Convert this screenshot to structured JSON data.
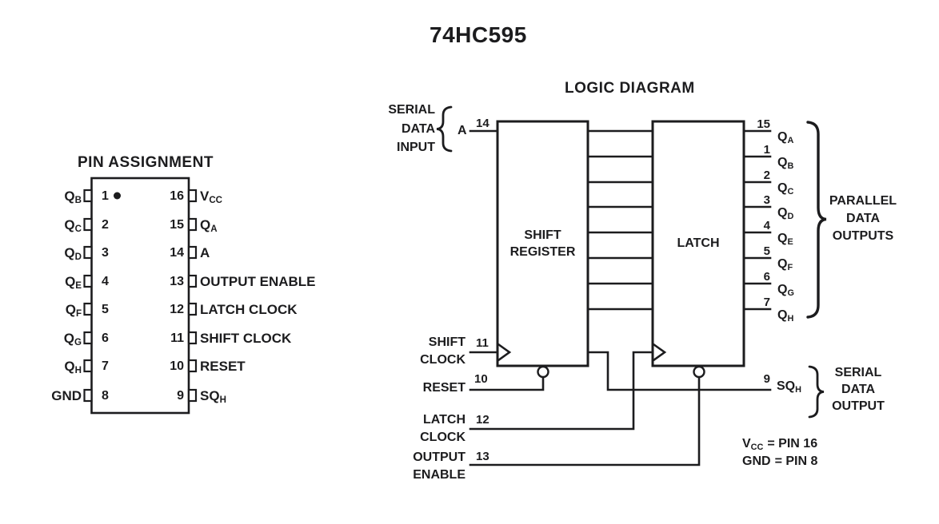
{
  "title": "74HC595",
  "colors": {
    "ink": "#1c1c1e",
    "background": "#ffffff"
  },
  "pin_assignment": {
    "heading": "PIN ASSIGNMENT",
    "left_pins": [
      {
        "num": "1",
        "base": "Q",
        "sub": "B"
      },
      {
        "num": "2",
        "base": "Q",
        "sub": "C"
      },
      {
        "num": "3",
        "base": "Q",
        "sub": "D"
      },
      {
        "num": "4",
        "base": "Q",
        "sub": "E"
      },
      {
        "num": "5",
        "base": "Q",
        "sub": "F"
      },
      {
        "num": "6",
        "base": "Q",
        "sub": "G"
      },
      {
        "num": "7",
        "base": "Q",
        "sub": "H"
      },
      {
        "num": "8",
        "base": "GND",
        "sub": ""
      }
    ],
    "right_pins": [
      {
        "num": "16",
        "base": "V",
        "sub": "CC"
      },
      {
        "num": "15",
        "base": "Q",
        "sub": "A"
      },
      {
        "num": "14",
        "base": "A",
        "sub": ""
      },
      {
        "num": "13",
        "base": "OUTPUT ENABLE",
        "sub": ""
      },
      {
        "num": "12",
        "base": "LATCH CLOCK",
        "sub": ""
      },
      {
        "num": "11",
        "base": "SHIFT CLOCK",
        "sub": ""
      },
      {
        "num": "10",
        "base": "RESET",
        "sub": ""
      },
      {
        "num": "9",
        "base": "SQ",
        "sub": "H"
      }
    ]
  },
  "logic_diagram": {
    "heading": "LOGIC DIAGRAM",
    "serial_input": {
      "lines": [
        "SERIAL",
        "DATA",
        "INPUT"
      ],
      "signal": "A",
      "pin": "14"
    },
    "shift_register": {
      "lines": [
        "SHIFT",
        "REGISTER"
      ]
    },
    "latch": {
      "label": "LATCH"
    },
    "outputs": [
      {
        "pin": "15",
        "base": "Q",
        "sub": "A"
      },
      {
        "pin": "1",
        "base": "Q",
        "sub": "B"
      },
      {
        "pin": "2",
        "base": "Q",
        "sub": "C"
      },
      {
        "pin": "3",
        "base": "Q",
        "sub": "D"
      },
      {
        "pin": "4",
        "base": "Q",
        "sub": "E"
      },
      {
        "pin": "5",
        "base": "Q",
        "sub": "F"
      },
      {
        "pin": "6",
        "base": "Q",
        "sub": "G"
      },
      {
        "pin": "7",
        "base": "Q",
        "sub": "H"
      }
    ],
    "parallel_outputs": {
      "lines": [
        "PARALLEL",
        "DATA",
        "OUTPUTS"
      ]
    },
    "shift_clock": {
      "lines": [
        "SHIFT",
        "CLOCK"
      ],
      "pin": "11"
    },
    "reset": {
      "label": "RESET",
      "pin": "10"
    },
    "latch_clock": {
      "lines": [
        "LATCH",
        "CLOCK"
      ],
      "pin": "12"
    },
    "output_enable": {
      "lines": [
        "OUTPUT",
        "ENABLE"
      ],
      "pin": "13"
    },
    "serial_output": {
      "pin": "9",
      "base": "SQ",
      "sub": "H",
      "lines": [
        "SERIAL",
        "DATA",
        "OUTPUT"
      ]
    },
    "notes": [
      {
        "base": "V",
        "sub": "CC",
        "rest": "= PIN 16"
      },
      {
        "base": "GND",
        "sub": "",
        "rest": "= PIN 8"
      }
    ]
  }
}
